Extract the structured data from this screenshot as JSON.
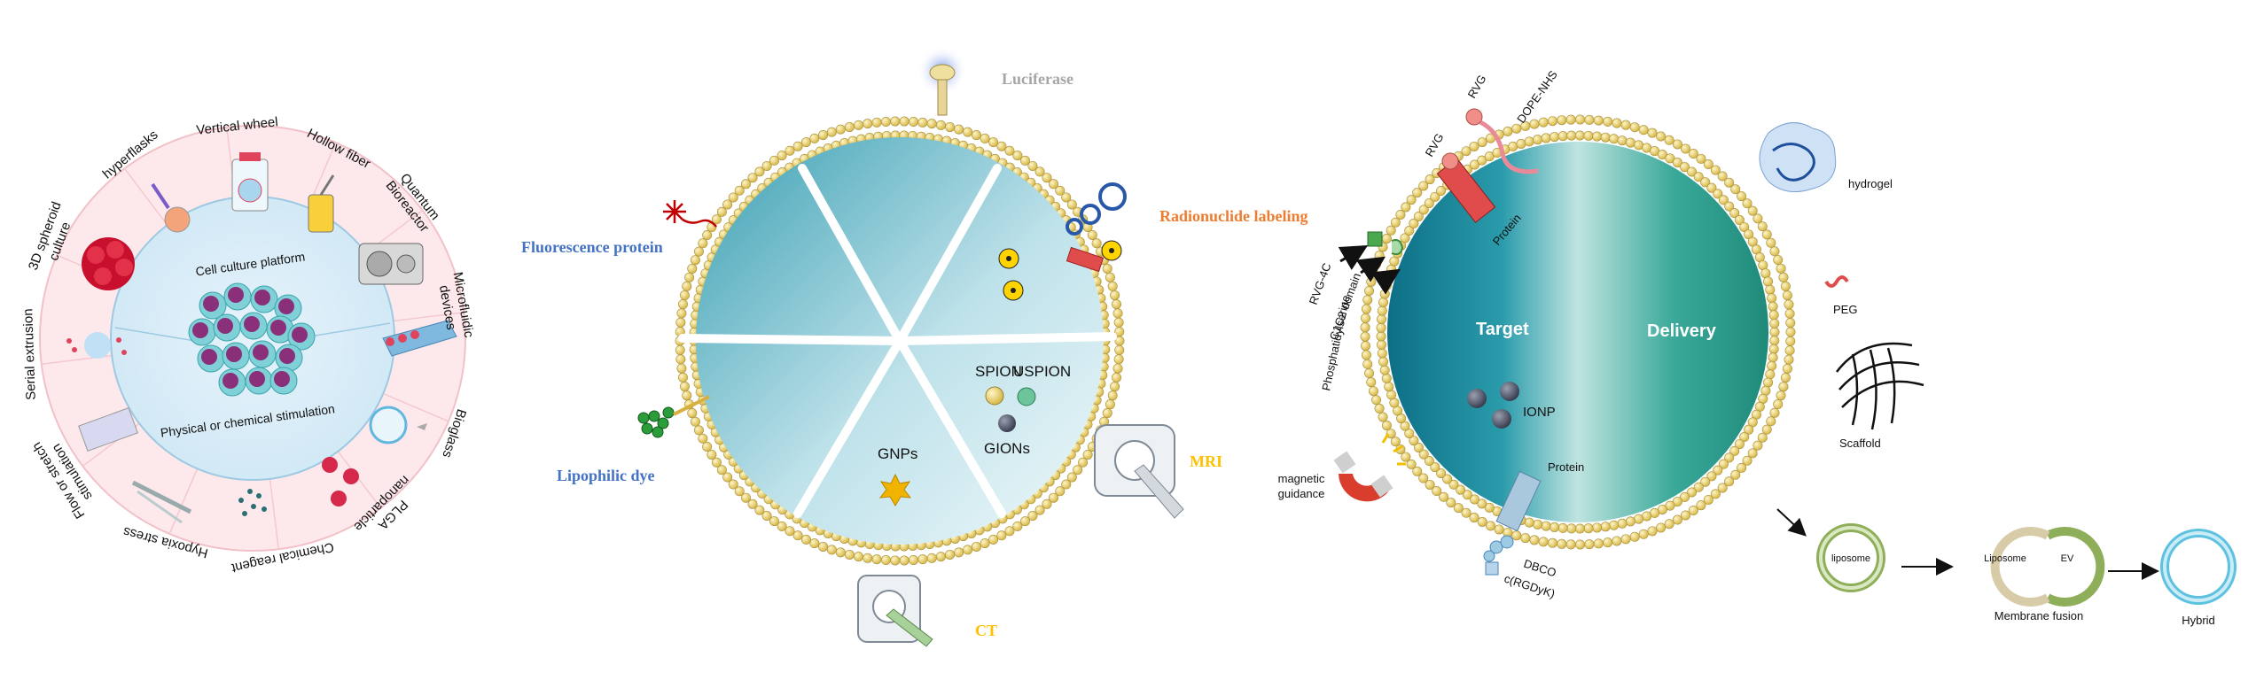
{
  "panel_a": {
    "center_top": "Cell culture platform",
    "center_bottom": "Physical or chemical stimulation",
    "segments": [
      "3D spheroid culture",
      "hyperflasks",
      "Vertical wheel",
      "Hollow fiber",
      "Quantum Bioreactor",
      "Microfluidic devices",
      "Bioglass",
      "PLGA nanoparticle",
      "Chemical reagent",
      "Hypoxia stress",
      "Flow or stretch stimulation",
      "Serial extrusion"
    ]
  },
  "panel_b": {
    "labels": {
      "luciferase": "Luciferase",
      "fluorescence": "Fluorescence protein",
      "radionuclide": "Radionuclide labeling",
      "lipophilic": "Lipophilic dye",
      "mri": "MRI",
      "ct": "CT",
      "spion": "SPION",
      "uspion": "USPION",
      "gions": "GIONs",
      "gnps": "GNPs"
    },
    "colors": {
      "luciferase": "#a6a6a6",
      "fluorescence": "#4472c4",
      "radionuclide": "#ed7d31",
      "lipophilic": "#4472c4",
      "mri": "#ffc000",
      "ct": "#ffc000"
    }
  },
  "panel_c": {
    "labels": {
      "target": "Target",
      "delivery": "Delivery",
      "rvg1": "RVG",
      "rvg2": "RVG",
      "dope": "DOPE-NHS",
      "protein_top": "Protein",
      "rvg4c": "RVG-4C",
      "c1c2": "C1C2 domain",
      "ps": "Phosphatidylserine",
      "hydrogel": "hydrogel",
      "peg": "PEG",
      "scaffold": "Scaffold",
      "ionp": "IONP",
      "protein_bottom": "Protein",
      "magnetic": "magnetic guidance",
      "dbco": "DBCO",
      "crgdyk": "c(RGDyK)",
      "liposome": "liposome",
      "liposome2": "Liposome",
      "ev": "EV",
      "membrane_fusion": "Membrane fusion",
      "hybrid": "Hybrid"
    }
  }
}
